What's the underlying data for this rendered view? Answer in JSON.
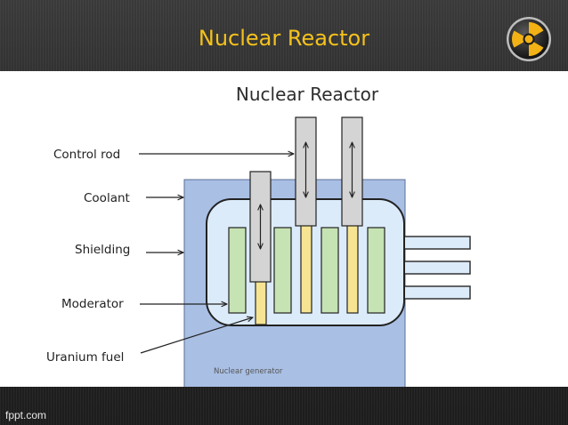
{
  "slide": {
    "title": "Nuclear Reactor",
    "footer": "fppt.com",
    "accent_color": "#f4c21c",
    "icon": "radiation-icon"
  },
  "diagram": {
    "title": "Nuclear Reactor",
    "caption": "Nuclear generator",
    "labels": {
      "control_rod": "Control rod",
      "coolant": "Coolant",
      "shielding": "Shielding",
      "moderator": "Moderator",
      "uranium_fuel": "Uranium fuel"
    },
    "colors": {
      "shielding": "#a9bfe4",
      "vessel": "#dcebfa",
      "moderator": "#c6e3b3",
      "fuel": "#f6e493",
      "control_rod": "#d4d4d4",
      "outline": "#222222"
    }
  }
}
